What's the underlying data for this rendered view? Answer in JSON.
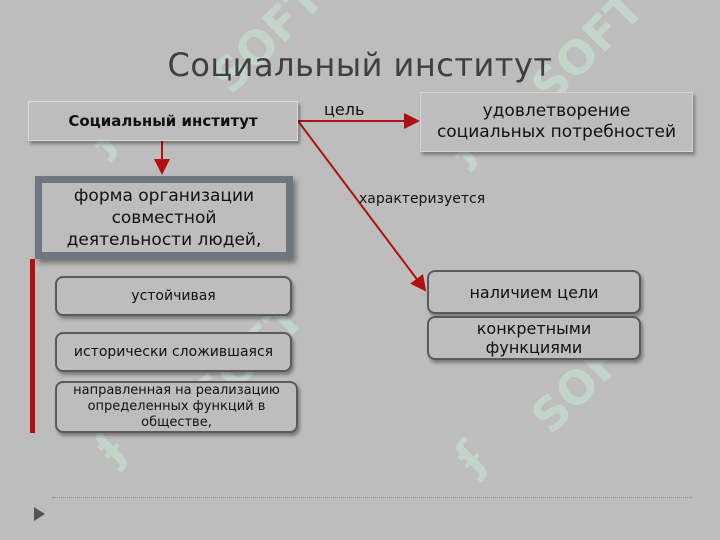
{
  "title": "Социальный институт",
  "nodes": {
    "institution": "Социальный институт",
    "goal_target": "удовлетворение социальных потребностей",
    "form": "форма организации совместной деятельности людей,",
    "props": [
      "устойчивая",
      "исторически сложившаяся",
      "направленная на реализацию определенных функций в обществе,"
    ],
    "traits": [
      "наличием цели",
      "конкретными функциями"
    ]
  },
  "edges": {
    "goal_label": "цель",
    "characterized_label": "характеризуется"
  },
  "colors": {
    "arrow": "#b01010",
    "background": "#bdbdbd"
  }
}
